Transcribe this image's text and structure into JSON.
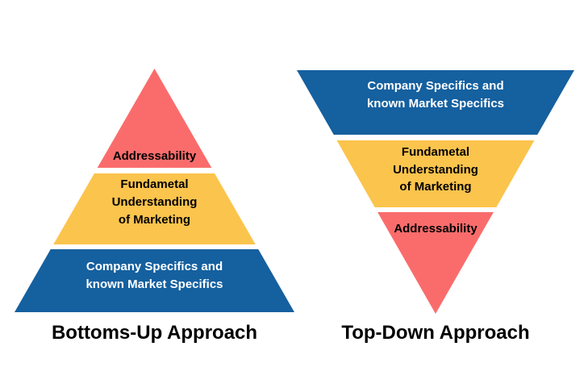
{
  "diagram": {
    "left": {
      "title": "Bottoms-Up Approach",
      "top_layer": "Addressability",
      "middle_layer": "Fundametal\nUnderstanding\nof Marketing",
      "bottom_layer": "Company Specifics and\nknown Market Specifics"
    },
    "right": {
      "title": "Top-Down Approach",
      "top_layer": "Company Specifics and\nknown Market Specifics",
      "middle_layer": "Fundametal\nUnderstanding\nof Marketing",
      "bottom_layer": "Addressability"
    },
    "colors": {
      "red": "#FA6C6C",
      "yellow": "#FBC44D",
      "blue": "#15609F",
      "text_dark": "#000000",
      "text_light": "#FFFFFF",
      "background": "#FFFFFF"
    }
  }
}
